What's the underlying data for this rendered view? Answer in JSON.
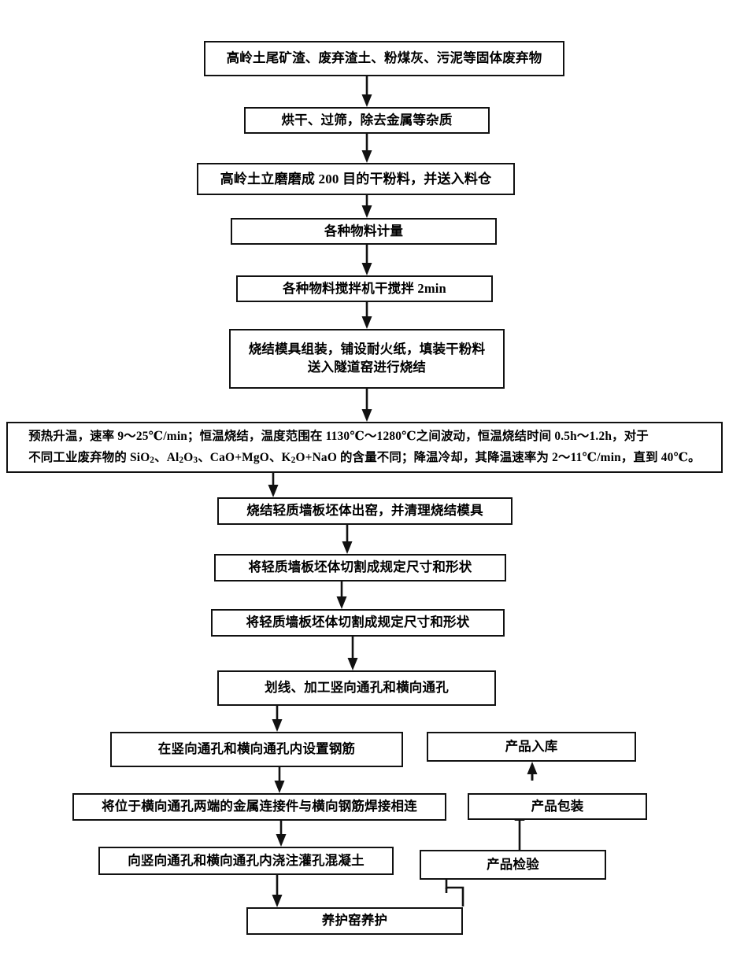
{
  "diagram": {
    "title_visible": false,
    "orientation": "top-to-bottom",
    "line_color": "#111111",
    "box_fill": "#ffffff"
  },
  "nodes": {
    "raw_materials": "高岭土尾矿渣、废弃渣土、粉煤灰、污泥等固体废弃物",
    "drying_screening": "烘干、过筛，除去金属等杂质",
    "vertical_milling": "高岭土立磨磨成 200 目的干粉料，并送入料仓",
    "material_metering": "各种物料计量",
    "dry_mixing": "各种物料搅拌机干搅拌 2min",
    "mold_assembly": "烧结模具组装，铺设耐火纸，填装干粉料\n送入隧道窑进行烧结",
    "sintering_parameters_line1_a": "预热升温，速率 9～25℃/min；恒温烧结，温度范围在 1130℃～1280℃之间波动，恒温烧结时间 0.5h～1.2h，对于",
    "sintering_parameters_line2_a": "不同工业废弃物的 SiO",
    "sintering_parameters_line2_sub1": "2",
    "sintering_parameters_line2_b": "、Al",
    "sintering_parameters_line2_sub2": "2",
    "sintering_parameters_line2_c": "O",
    "sintering_parameters_line2_sub3": "3",
    "sintering_parameters_line2_d": "、CaO+MgO、K",
    "sintering_parameters_line2_sub4": "2",
    "sintering_parameters_line2_e": "O+NaO 的含量不同；降温冷却，其降温速率为 2～11℃/min，直到 40℃。",
    "kiln_exit": "烧结轻质墙板坯体出窑，并清理烧结模具",
    "cutting_1": "将轻质墙板坯体切割成规定尺寸和形状",
    "cutting_2": "将轻质墙板坯体切割成规定尺寸和形状",
    "marking_drilling": "划线、加工竖向通孔和横向通孔",
    "rebar_placement": "在竖向通孔和横向通孔内设置钢筋",
    "welding_connectors": "将位于横向通孔两端的金属连接件与横向钢筋焊接相连",
    "grout_pouring": "向竖向通孔和横向通孔内浇注灌孔混凝土",
    "curing_kiln": "养护窑养护",
    "product_inspection": "产品检验",
    "product_packaging": "产品包装",
    "product_warehousing": "产品入库"
  }
}
